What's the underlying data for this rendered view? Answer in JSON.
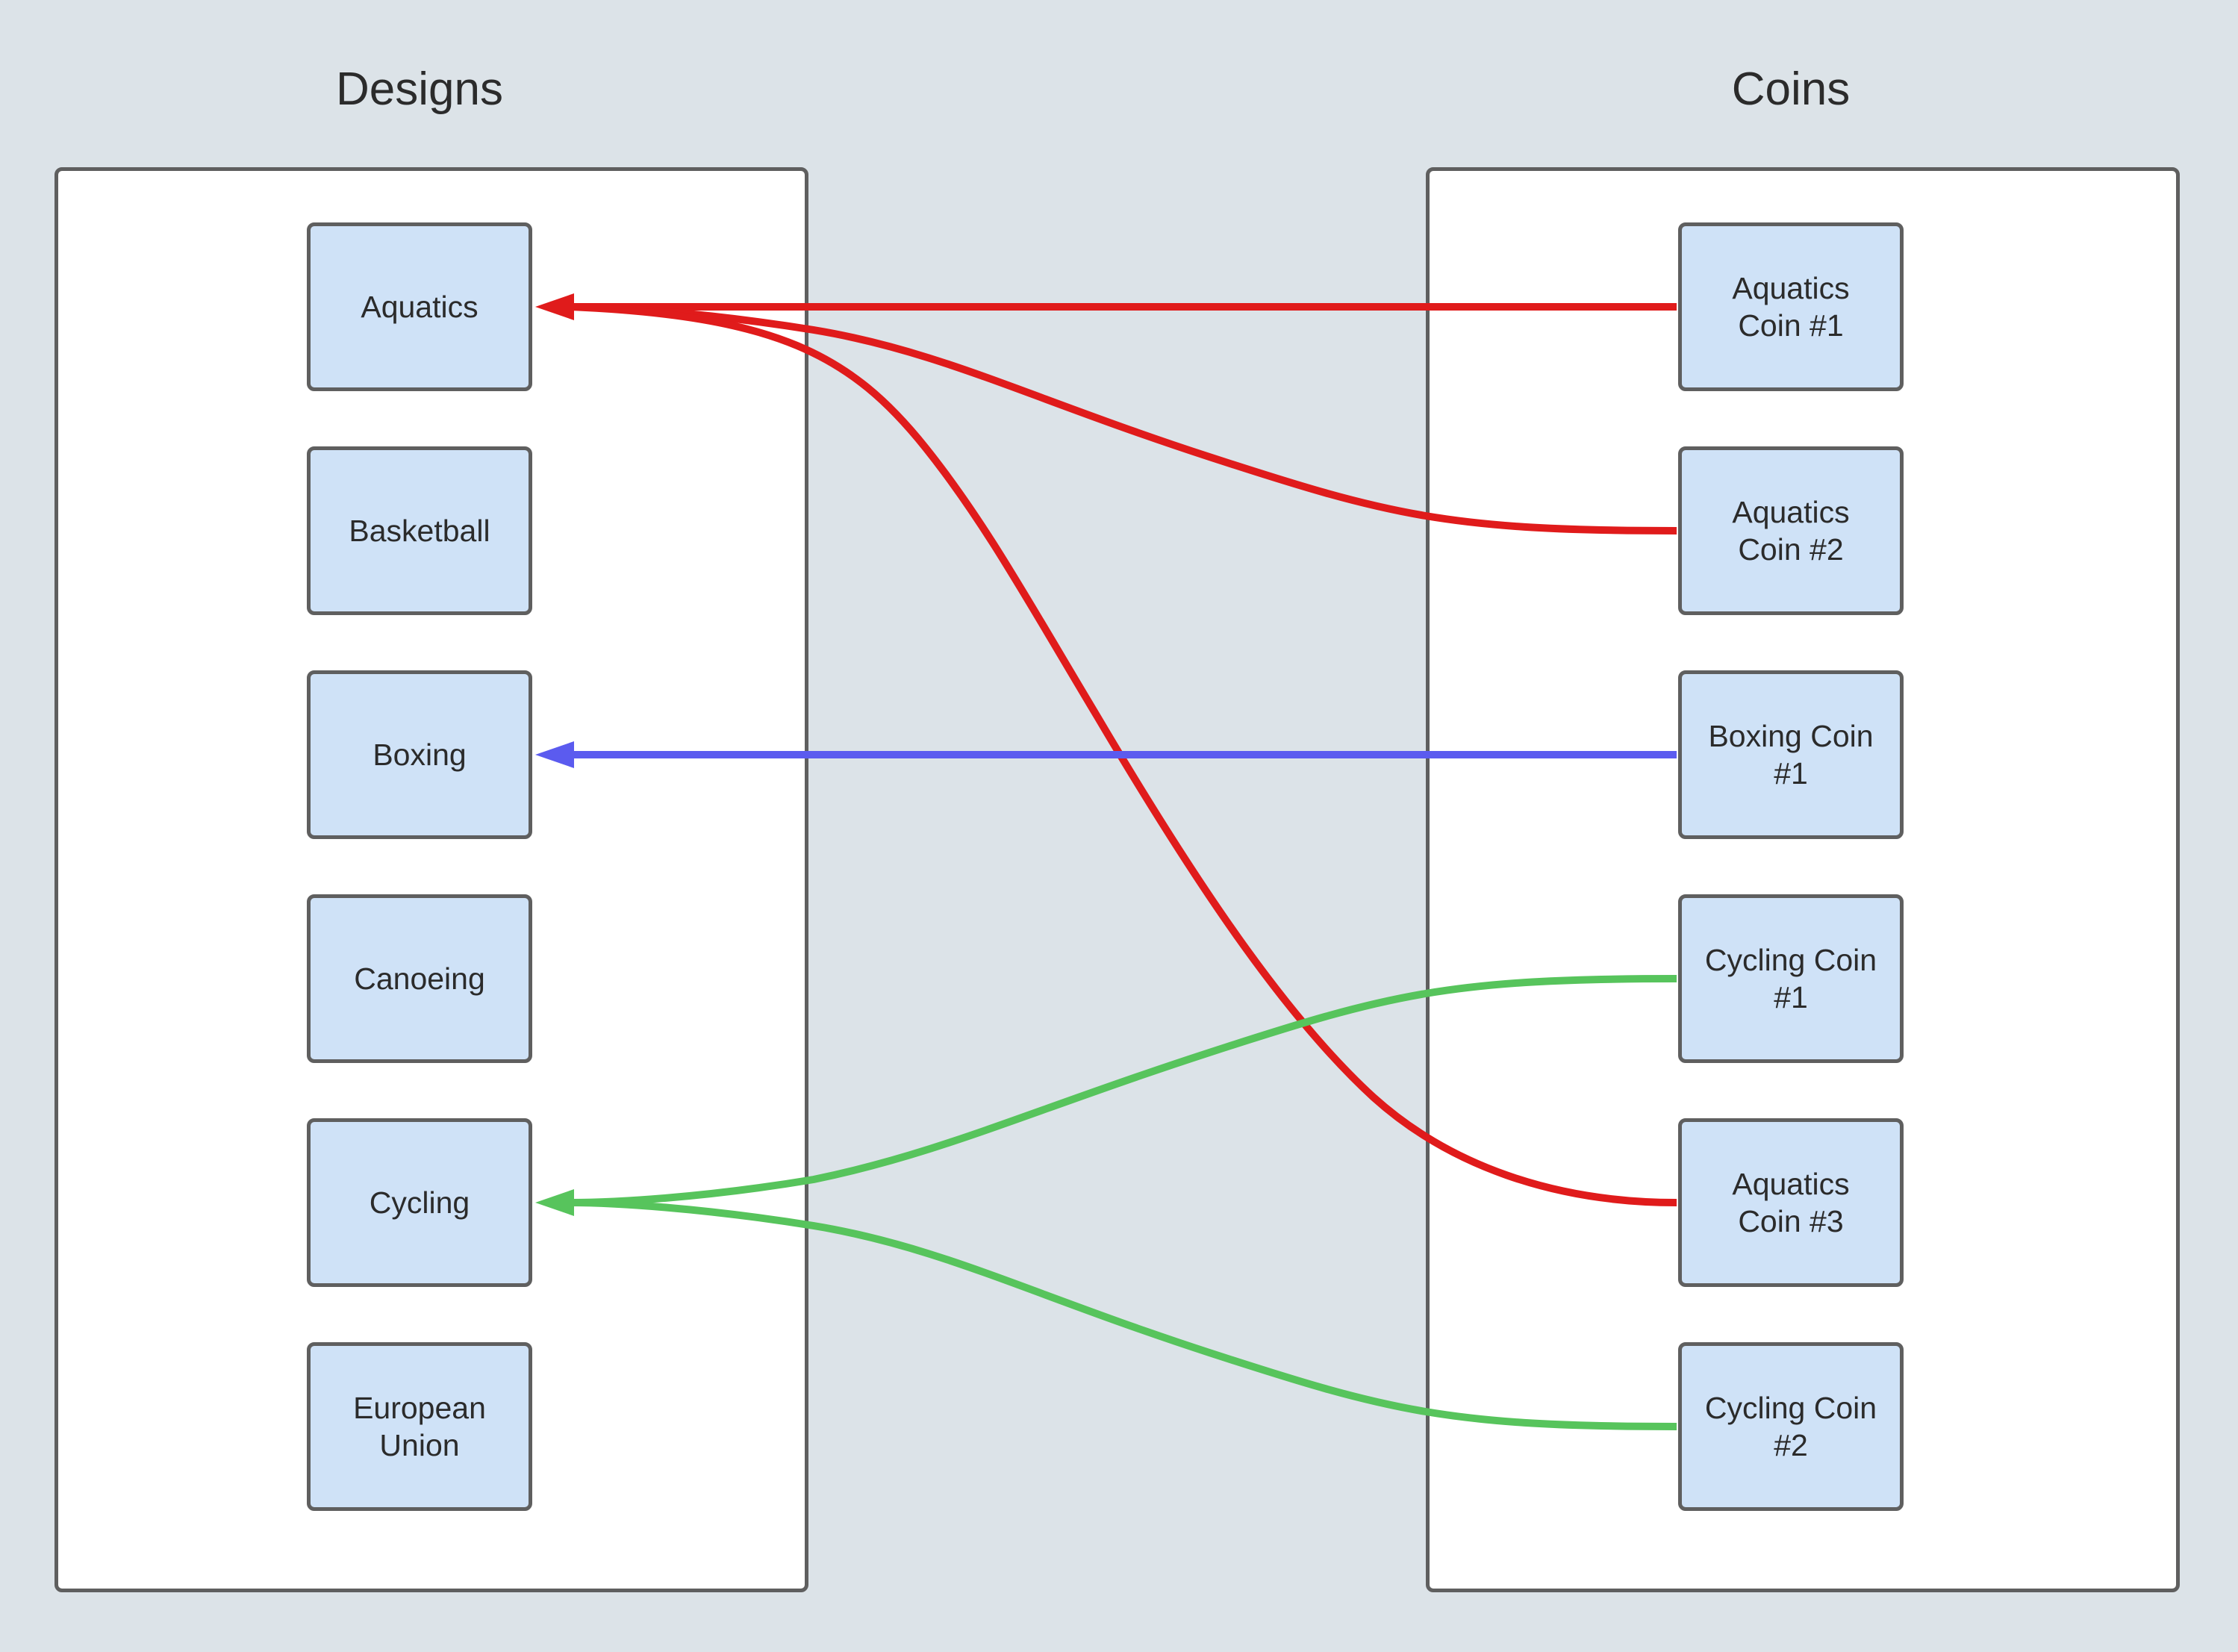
{
  "columns": {
    "designs": {
      "title": "Designs",
      "items": [
        "Aquatics",
        "Basketball",
        "Boxing",
        "Canoeing",
        "Cycling",
        "European\nUnion"
      ]
    },
    "coins": {
      "title": "Coins",
      "items": [
        "Aquatics\nCoin  #1",
        "Aquatics\nCoin #2",
        "Boxing Coin\n#1",
        "Cycling Coin\n#1",
        "Aquatics\nCoin #3",
        "Cycling Coin\n#2"
      ]
    }
  },
  "edges": [
    {
      "from": "Aquatics Coin #1",
      "to": "Aquatics",
      "color": "#e01b1b"
    },
    {
      "from": "Aquatics Coin #2",
      "to": "Aquatics",
      "color": "#e01b1b"
    },
    {
      "from": "Aquatics Coin #3",
      "to": "Aquatics",
      "color": "#e01b1b"
    },
    {
      "from": "Boxing Coin #1",
      "to": "Boxing",
      "color": "#5b5bef"
    },
    {
      "from": "Cycling Coin #1",
      "to": "Cycling",
      "color": "#57c45c"
    },
    {
      "from": "Cycling Coin #2",
      "to": "Cycling",
      "color": "#57c45c"
    }
  ]
}
